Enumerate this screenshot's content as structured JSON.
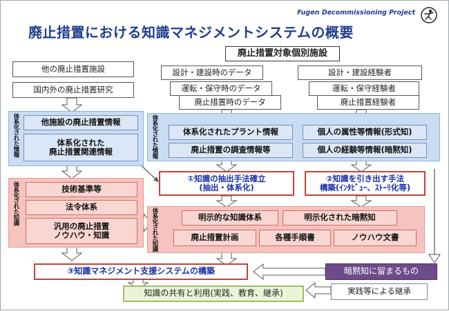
{
  "header": {
    "title": "廃止措置における知識マネジメントシステムの概要",
    "project": "Fugen Decommissioning Project"
  },
  "colors": {
    "title": "#1f3d8f",
    "blue_panel": "#c9dcf2",
    "pink_panel": "#f7c3bf",
    "red_border": "#c2413b",
    "purple": "#6e4b8c",
    "green": "#eaf4d9"
  },
  "sources": {
    "target_facility": "廃止措置対象個別施設",
    "other_facility": "他の廃止措置施設",
    "research": "国内外の廃止措置研究",
    "design_data": "設計・建設時のデータ",
    "operation_data": "運転・保守時のデータ",
    "decom_data": "廃止措置時のデータ",
    "design_staff": "設計・建設経験者",
    "operation_staff": "運転・保守経験者",
    "decom_staff": "廃止措置経験者"
  },
  "labels": {
    "systematized_info": "体系化された情報",
    "systematized_knowledge": "体系化された知識"
  },
  "info": {
    "other_info": "他施設の廃止措置情報",
    "related_info": "体系化された\n廃止措置関連情報",
    "plant_info": "体系化されたプラント情報",
    "survey_info": "廃止措置の調査情報等",
    "attr_info": "個人の属性等情報(形式知)",
    "exp_info": "個人の経験等情報(暗黙知)"
  },
  "methods": {
    "extraction": "①知識の抽出手法確立\n(抽出・体系化)",
    "elicitation": "②知識を引き出す手法\n構築(ｲﾝﾀﾋﾞｭｰ、ｽﾄｰﾘ化等)"
  },
  "knowledge": {
    "tech_standards": "技術基準等",
    "laws": "法令体系",
    "general_knowhow": "汎用の廃止措置\nノウハウ・知識",
    "explicit": "明示的な知識体系",
    "tacit": "明示化された暗黙知",
    "plan": "廃止措置計画",
    "procedures": "各種手順書",
    "knowhow_docs": "ノウハウ文書"
  },
  "bottom": {
    "system": "③知識マネジメント支援システムの構築",
    "tacit_remaining": "暗黙知に留まるもの",
    "practice": "実践等による継承",
    "sharing": "知識の共有と利用(実践、教育、継承)"
  }
}
